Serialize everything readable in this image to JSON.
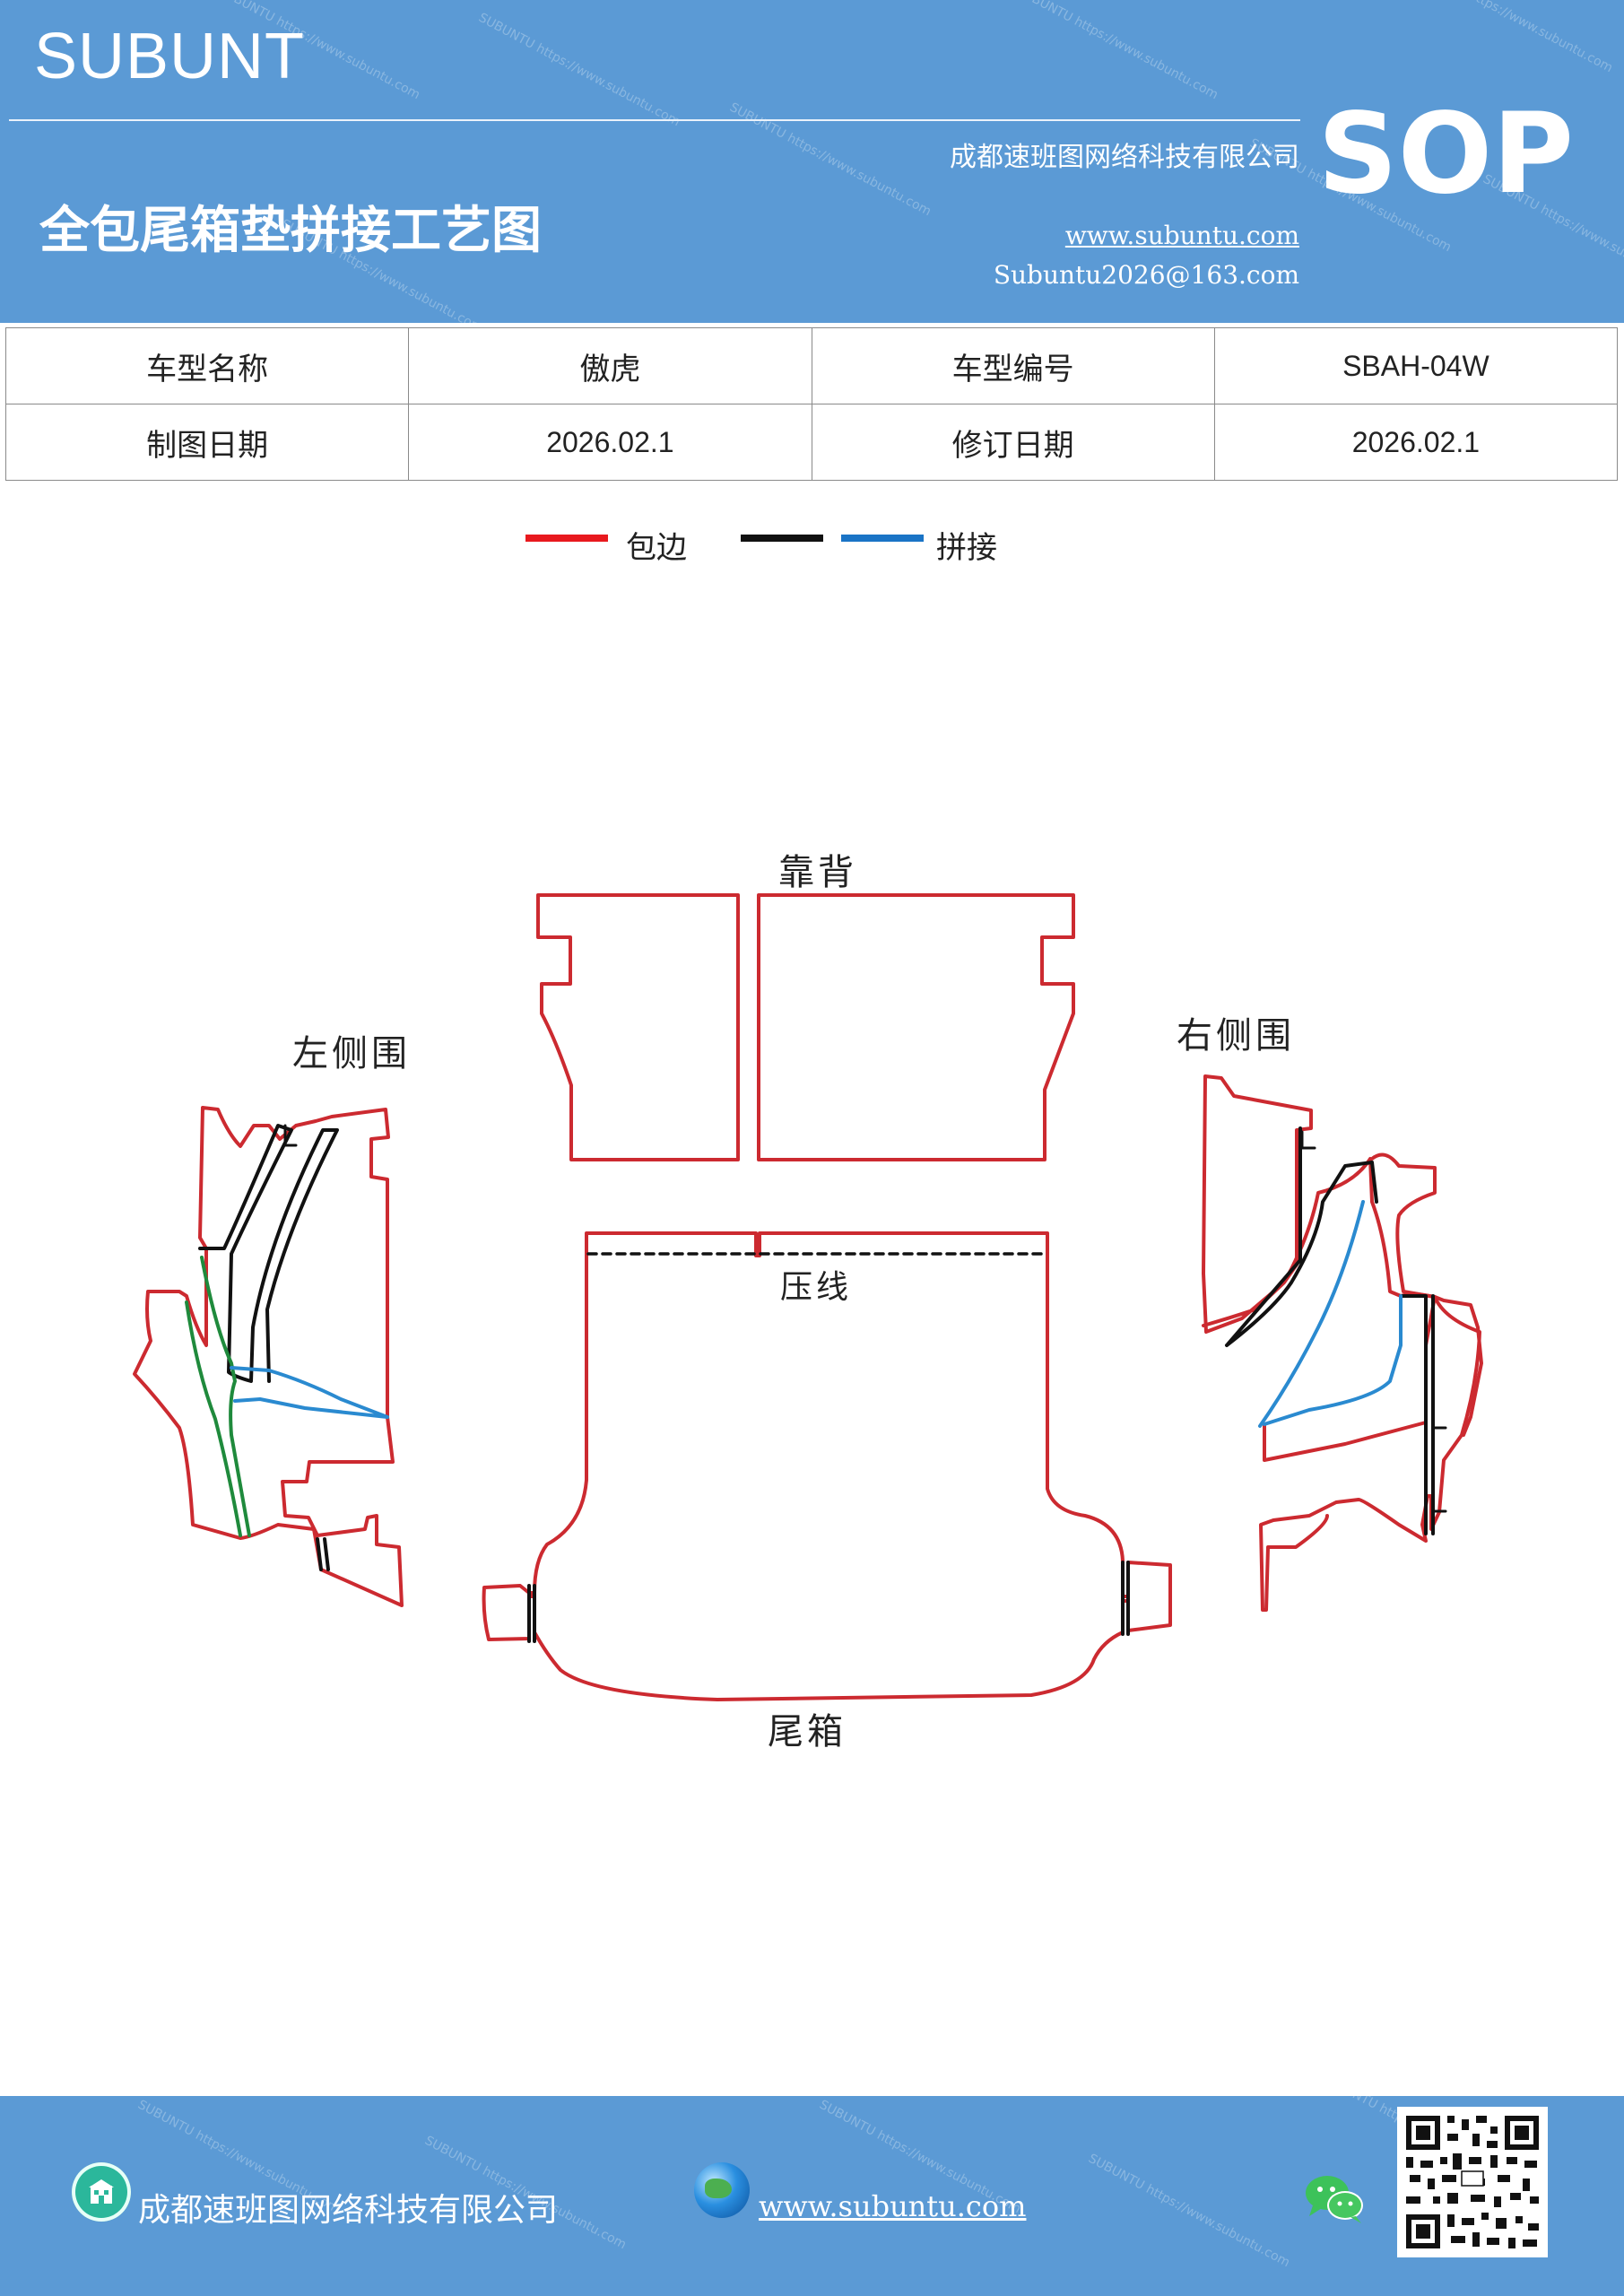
{
  "header": {
    "brand": "SUBUNT",
    "doc_title": "全包尾箱垫拼接工艺图",
    "company": "成都速班图网络科技有限公司",
    "website": "www.subuntu.com",
    "email": "Subuntu2026@163.com",
    "badge": "SOP",
    "watermark": "SUBUNTU https://www.subuntu.com"
  },
  "info_table": {
    "rows": [
      {
        "label1": "车型名称",
        "value1": "傲虎",
        "label2": "车型编号",
        "value2": "SBAH-04W"
      },
      {
        "label1": "制图日期",
        "value1": "2026.02.1",
        "label2": "修订日期",
        "value2": "2026.02.1"
      }
    ]
  },
  "legend": {
    "items": [
      {
        "color": "#e8191e",
        "label": "包边"
      },
      {
        "color": "#111111",
        "label": ""
      },
      {
        "color": "#1a74c6",
        "label": "拼接"
      }
    ]
  },
  "diagram": {
    "labels": {
      "backrest": "靠背",
      "left_panel": "左侧围",
      "right_panel": "右侧围",
      "crease": "压线",
      "trunk": "尾箱"
    },
    "colors": {
      "edge": "#cc2a30",
      "joint_black": "#111111",
      "joint_blue": "#2a8ad0",
      "joint_green": "#1f8a3c"
    }
  },
  "footer": {
    "company": "成都速班图网络科技有限公司",
    "website": "www.subuntu.com",
    "icons": [
      "building-icon",
      "globe-icon",
      "wechat-icon",
      "qr-code"
    ]
  }
}
